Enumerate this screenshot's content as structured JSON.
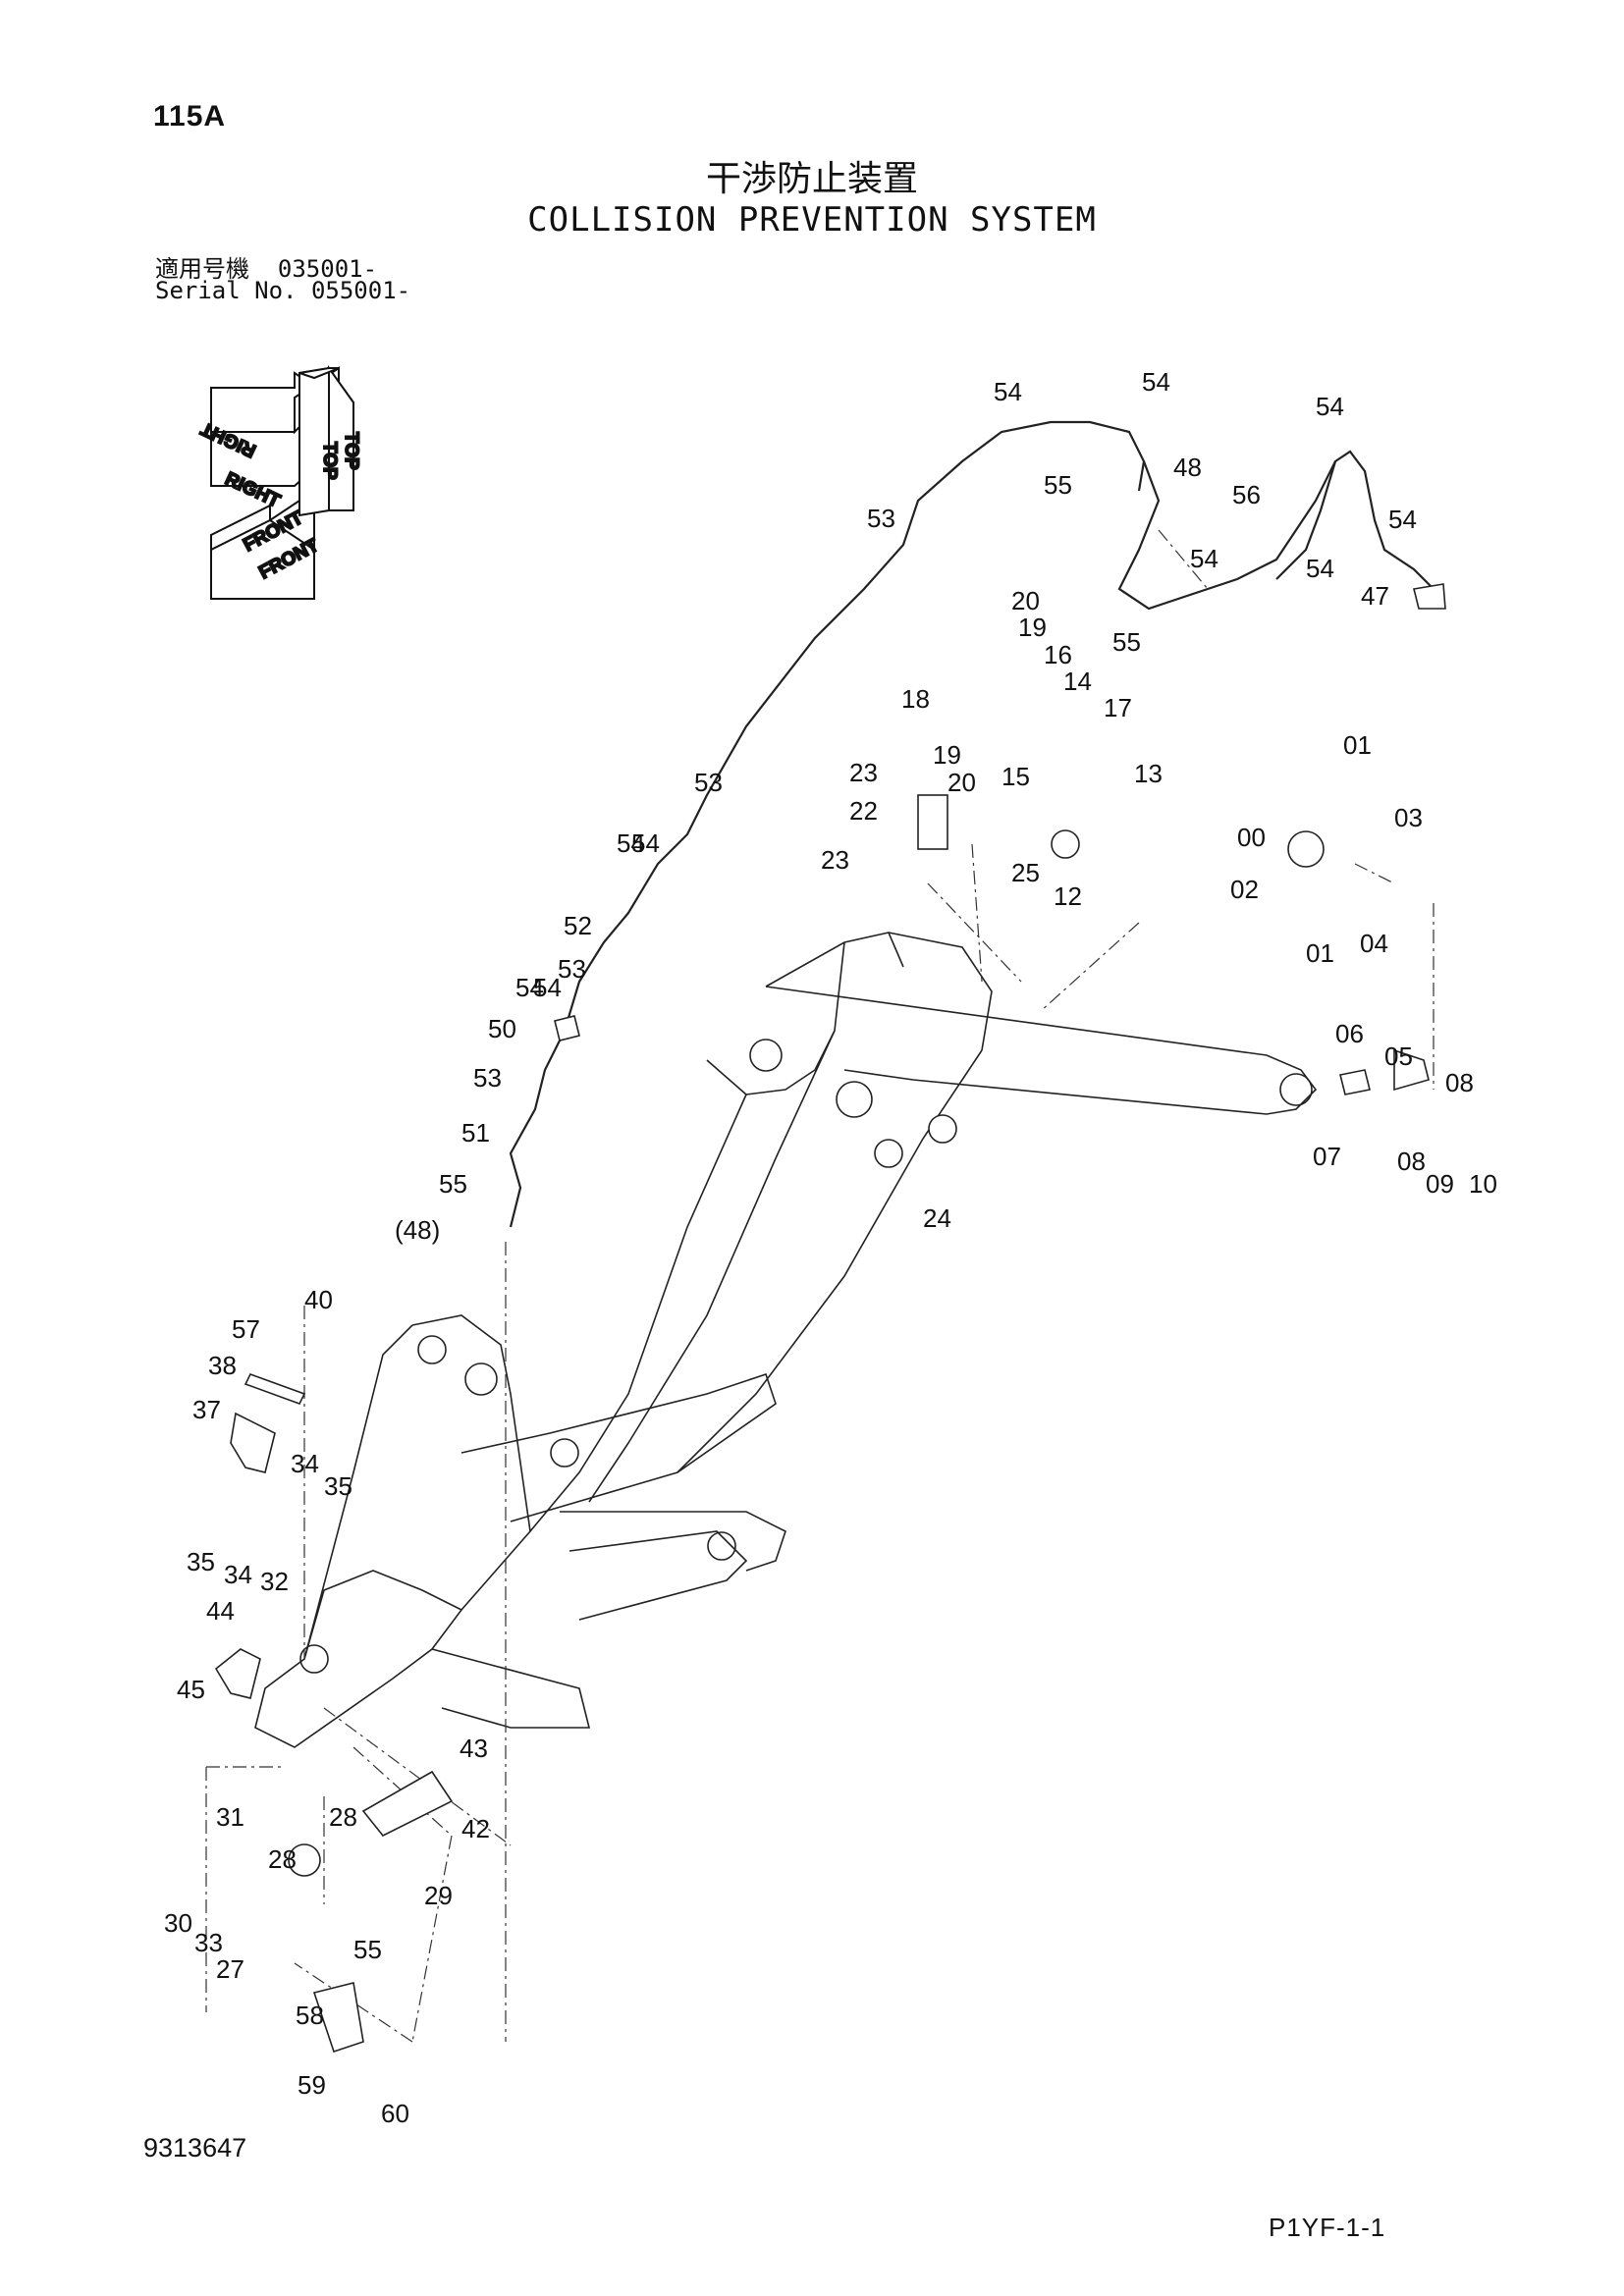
{
  "page_id": "115A",
  "title_jp": "干渉防止装置",
  "title_en": "COLLISION PREVENTION SYSTEM",
  "serial": {
    "line1_label": "適用号機",
    "line1_value": "035001-",
    "line2_label": "Serial No.",
    "line2_value": "055001-"
  },
  "orientation": {
    "top": "TOP",
    "right": "RIGHT",
    "front": "FRONT"
  },
  "drawing_number": "9313647",
  "page_ref": "P1YF-1-1",
  "callouts": [
    "54",
    "54",
    "54",
    "54",
    "54",
    "54",
    "54",
    "54",
    "55",
    "48",
    "56",
    "53",
    "55",
    "47",
    "20",
    "19",
    "16",
    "18",
    "14",
    "17",
    "19",
    "20",
    "15",
    "23",
    "13",
    "22",
    "23",
    "25",
    "12",
    "01",
    "00",
    "03",
    "02",
    "01",
    "04",
    "53",
    "54",
    "52",
    "53",
    "54",
    "50",
    "53",
    "51",
    "55",
    "(48)",
    "06",
    "05",
    "08",
    "07",
    "08",
    "09",
    "10",
    "24",
    "40",
    "57",
    "38",
    "37",
    "34",
    "35",
    "35",
    "34",
    "32",
    "44",
    "45",
    "43",
    "42",
    "31",
    "28",
    "28",
    "29",
    "30",
    "33",
    "27",
    "55",
    "58",
    "59",
    "60"
  ]
}
